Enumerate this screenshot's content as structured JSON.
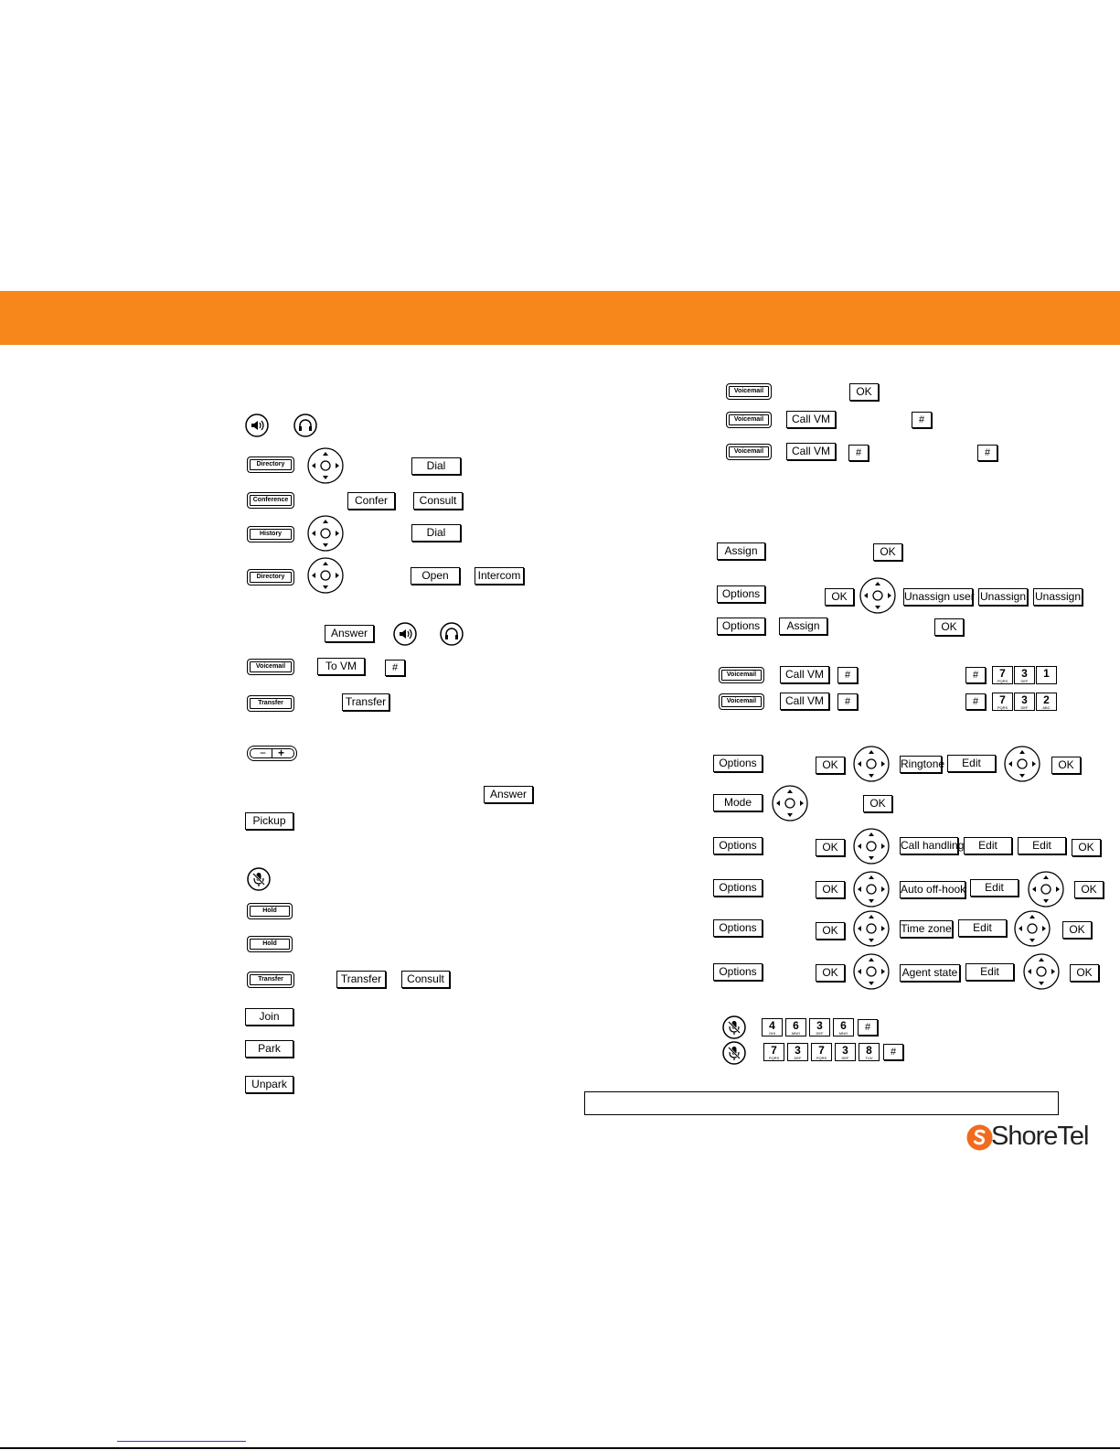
{
  "colors": {
    "band": "#f7861b",
    "logo_orange": "#f26b1d"
  },
  "brand": {
    "name": "ShoreTel"
  },
  "hardkeys": {
    "directory": "Directory",
    "conference": "Conference",
    "history": "History",
    "voicemail": "Voicemail",
    "transfer": "Transfer",
    "hold": "Hold"
  },
  "softkeys": {
    "dial": "Dial",
    "confer": "Confer",
    "consult": "Consult",
    "open": "Open",
    "intercom": "Intercom",
    "answer": "Answer",
    "to_vm": "To VM",
    "transfer": "Transfer",
    "pickup": "Pickup",
    "join": "Join",
    "park": "Park",
    "unpark": "Unpark",
    "ok": "OK",
    "call_vm": "Call VM",
    "assign": "Assign",
    "options": "Options",
    "unassign_user": "Unassign user",
    "unassign": "Unassign",
    "ringtone": "Ringtone",
    "edit": "Edit",
    "mode": "Mode",
    "call_handling": "Call handling",
    "auto_off_hook": "Auto off-hook",
    "time_zone": "Time zone",
    "agent_state": "Agent state"
  },
  "keypad": {
    "hash": "#",
    "k1": {
      "digit": "1",
      "letters": ""
    },
    "k2": {
      "digit": "2",
      "letters": "ABC"
    },
    "k3": {
      "digit": "3",
      "letters": "DEF"
    },
    "k4": {
      "digit": "4",
      "letters": "GHI"
    },
    "k6": {
      "digit": "6",
      "letters": "MNO"
    },
    "k7": {
      "digit": "7",
      "letters": "PQRS"
    },
    "k8": {
      "digit": "8",
      "letters": "TUV"
    }
  },
  "volume": {
    "minus": "−",
    "plus": "+"
  }
}
